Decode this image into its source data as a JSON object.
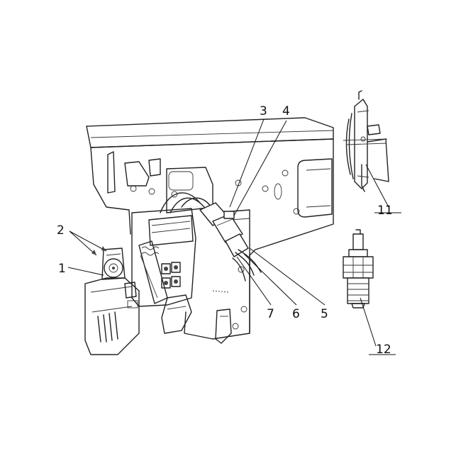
{
  "figure": {
    "callouts": [
      {
        "id": "c1",
        "label": "1"
      },
      {
        "id": "c2",
        "label": "2"
      },
      {
        "id": "c3",
        "label": "3"
      },
      {
        "id": "c4",
        "label": "4"
      },
      {
        "id": "c5",
        "label": "5"
      },
      {
        "id": "c6",
        "label": "6"
      },
      {
        "id": "c7",
        "label": "7"
      },
      {
        "id": "c11",
        "label": "11"
      },
      {
        "id": "c12",
        "label": "12"
      }
    ]
  }
}
